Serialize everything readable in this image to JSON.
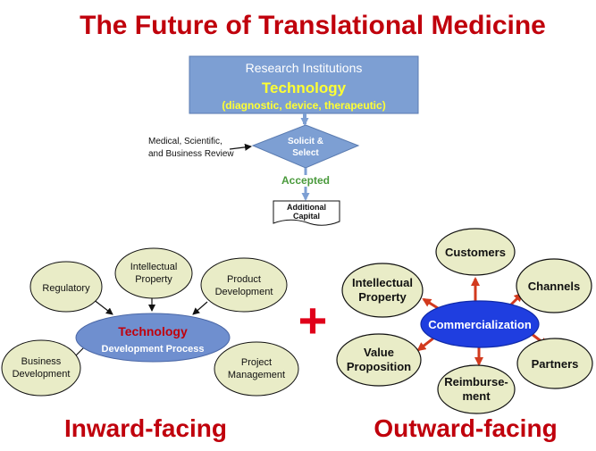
{
  "title": "The Future of Translational Medicine",
  "top": {
    "box_line1": "Research Institutions",
    "box_line2": "Technology",
    "box_line3": "(diagnostic, device, therapeutic)",
    "review_line1": "Medical, Scientific,",
    "review_line2": "and Business Review",
    "diamond_line1": "Solicit &",
    "diamond_line2": "Select",
    "accepted": "Accepted",
    "capital_line1": "Additional",
    "capital_line2": "Capital"
  },
  "inward": {
    "center_line1": "Technology",
    "center_line2": "Development Process",
    "nodes": {
      "regulatory": [
        "Regulatory"
      ],
      "ip": [
        "Intellectual",
        "Property"
      ],
      "product": [
        "Product",
        "Development"
      ],
      "business": [
        "Business",
        "Development"
      ],
      "project": [
        "Project",
        "Management"
      ]
    },
    "label": "Inward-facing"
  },
  "plus": "+",
  "outward": {
    "center": "Commercialization",
    "nodes": {
      "customers": [
        "Customers"
      ],
      "channels": [
        "Channels"
      ],
      "ip": [
        "Intellectual",
        "Property"
      ],
      "value": [
        "Value",
        "Proposition"
      ],
      "partners": [
        "Partners"
      ],
      "reimbursement": [
        "Reimburse-",
        "ment"
      ]
    },
    "label": "Outward-facing"
  },
  "colors": {
    "title_red": "#c0000c",
    "box_blue": "#7d9fd3",
    "yellow_text": "#ffff33",
    "green_text": "#4a9a3c",
    "node_fill": "#e9ecc7",
    "ellipse_blue": "#6f8fcf",
    "commercial_blue": "#1f3ee0",
    "arrow_red": "#d23a1e"
  }
}
